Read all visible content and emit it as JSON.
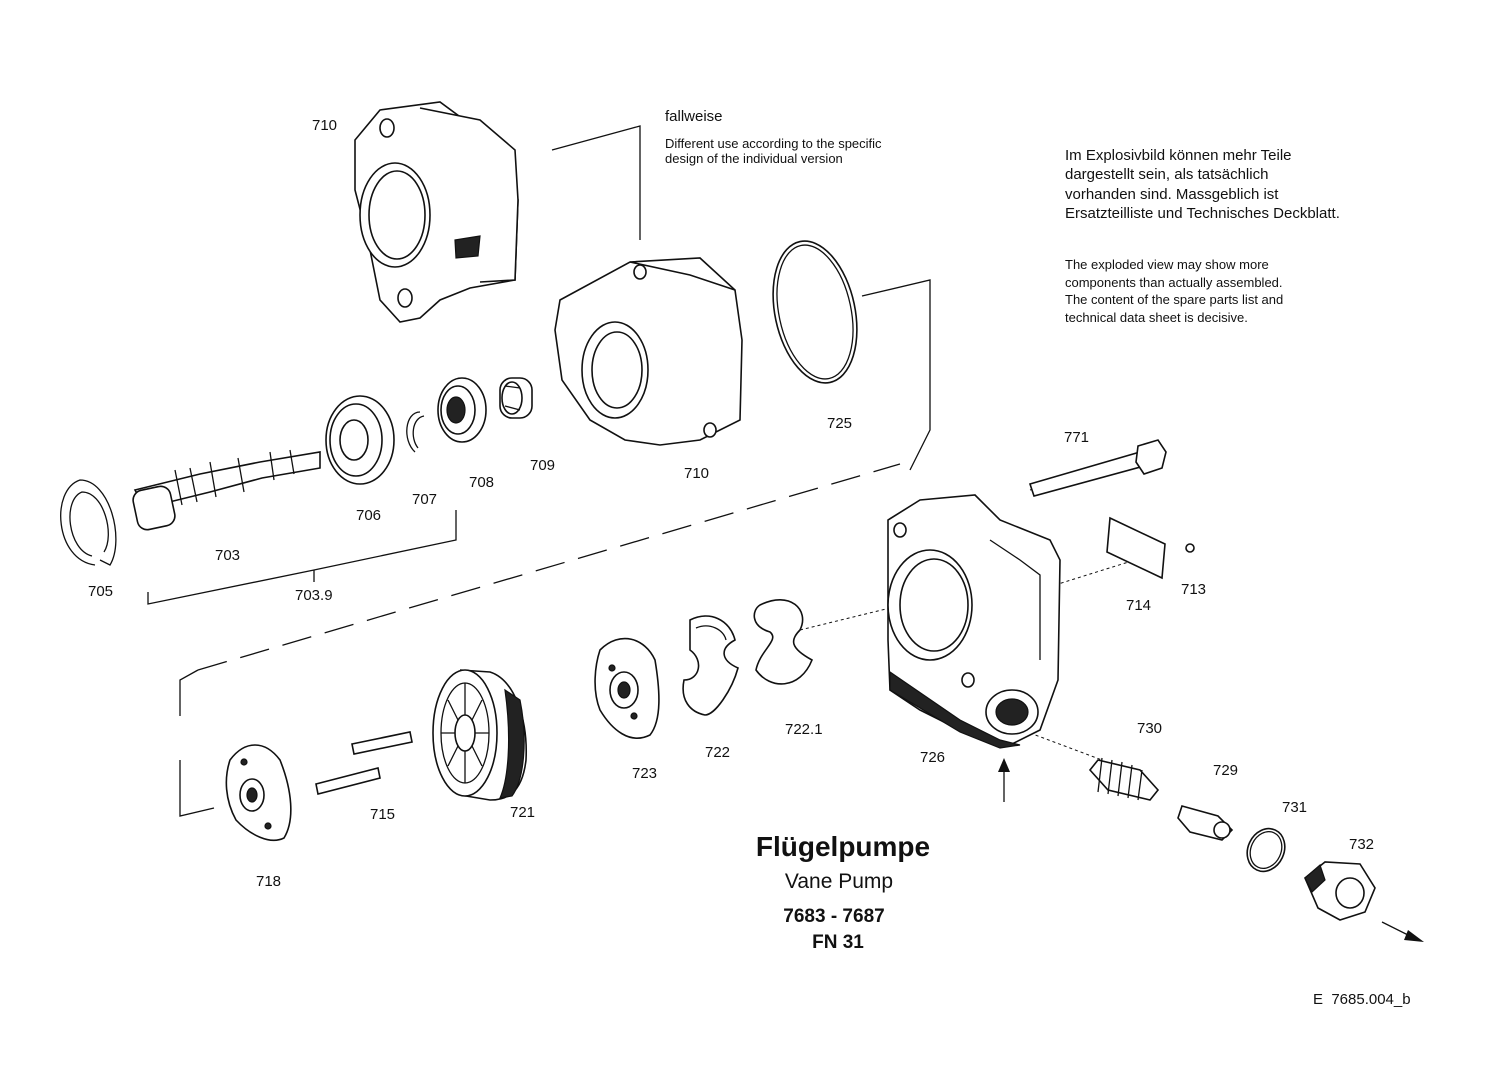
{
  "notes": {
    "fallweise": "fallweise",
    "variant_line1": "Different use according to the specific",
    "variant_line2": "design of the individual version",
    "de_line1": "Im Explosivbild können mehr Teile",
    "de_line2": "dargestellt sein, als tatsächlich",
    "de_line3": "vorhanden sind. Massgeblich ist",
    "de_line4": "Ersatzteilliste und Technisches Deckblatt.",
    "en_line1": "The exploded view may show more",
    "en_line2": "components than actually assembled.",
    "en_line3": "The content of the spare parts list and",
    "en_line4": "technical data sheet is decisive."
  },
  "title": {
    "de": "Flügelpumpe",
    "en": "Vane Pump",
    "range": "7683 - 7687",
    "size": "FN 31"
  },
  "drawing_id": "E  7685.004_b",
  "part_labels": {
    "p710a": "710",
    "p710b": "710",
    "p725": "725",
    "p706": "706",
    "p707": "707",
    "p708": "708",
    "p709": "709",
    "p703": "703",
    "p7039": "703.9",
    "p705": "705",
    "p771": "771",
    "p714": "714",
    "p713": "713",
    "p7221": "722.1",
    "p722": "722",
    "p723": "723",
    "p726": "726",
    "p730": "730",
    "p729": "729",
    "p731": "731",
    "p732": "732",
    "p721": "721",
    "p715": "715",
    "p718": "718"
  }
}
